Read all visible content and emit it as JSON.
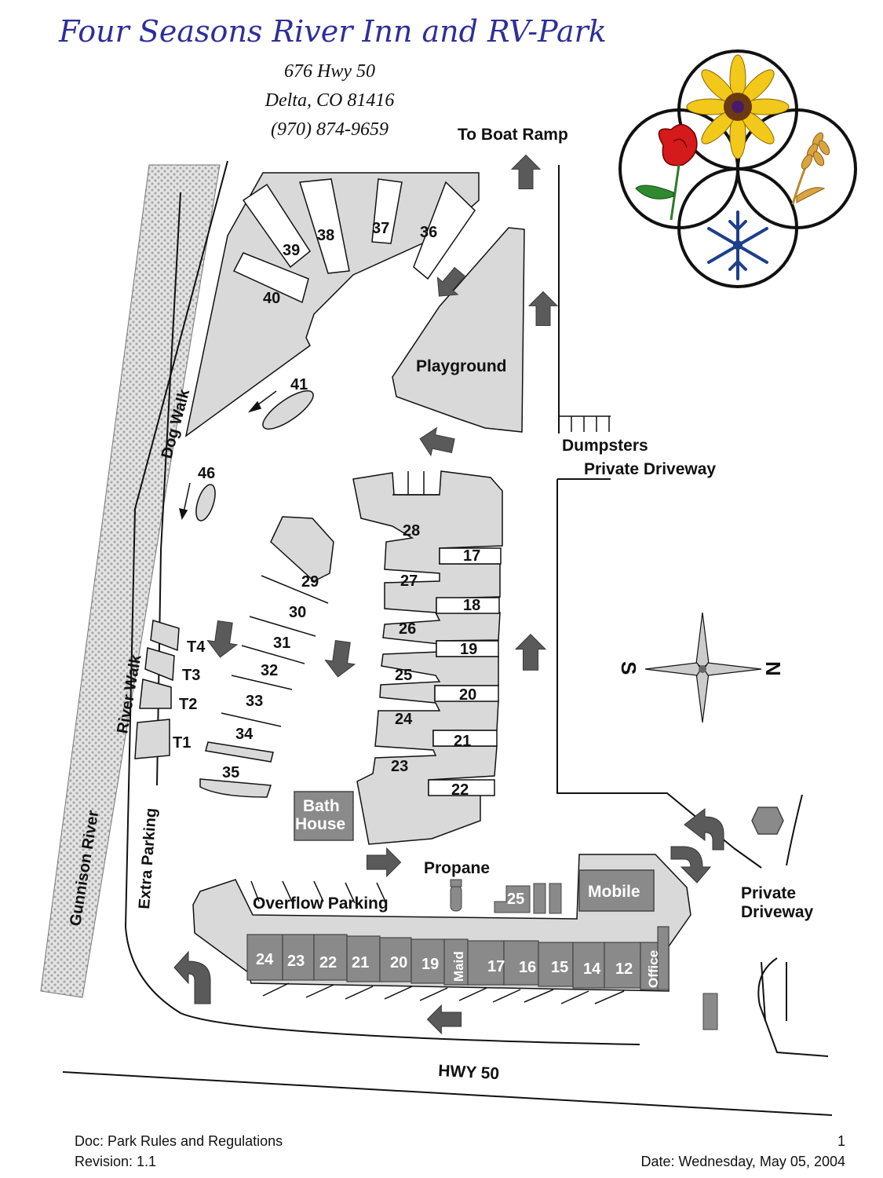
{
  "header": {
    "title": "Four Seasons River Inn and RV-Park",
    "address_line1": "676 Hwy 50",
    "address_line2": "Delta, CO 81416",
    "phone": "(970) 874-9659"
  },
  "labels": {
    "to_boat_ramp": "To  Boat Ramp",
    "playground": "Playground",
    "dog_walk": "Dog Walk",
    "river_walk": "River Walk",
    "gunnison_river": "Gunnison River",
    "extra_parking": "Extra Parking",
    "dumpsters": "Dumpsters",
    "private_driveway_top": "Private Driveway",
    "private_driveway_bottom_1": "Private",
    "private_driveway_bottom_2": "Driveway",
    "bath_house_1": "Bath",
    "bath_house_2": "House",
    "propane": "Propane",
    "mobile": "Mobile",
    "overflow_parking": "Overflow Parking",
    "hwy": "HWY 50",
    "maid": "Maid",
    "office": "Office",
    "compass_s": "S",
    "compass_n": "N"
  },
  "sites": {
    "s36": "36",
    "s37": "37",
    "s38": "38",
    "s39": "39",
    "s40": "40",
    "s41": "41",
    "s46": "46",
    "s28": "28",
    "s27": "27",
    "s26": "26",
    "s25": "25",
    "s24": "24",
    "s23": "23",
    "s17": "17",
    "s18": "18",
    "s19": "19",
    "s20": "20",
    "s21": "21",
    "s22": "22",
    "s29": "29",
    "s30": "30",
    "s31": "31",
    "s32": "32",
    "s33": "33",
    "s34": "34",
    "s35": "35",
    "t4": "T4",
    "t3": "T3",
    "t2": "T2",
    "t1": "T1",
    "mobile25": "25"
  },
  "rooms": {
    "r24": "24",
    "r23": "23",
    "r22": "22",
    "r21": "21",
    "r20": "20",
    "r19": "19",
    "r17": "17",
    "r16": "16",
    "r15": "15",
    "r14": "14",
    "r12": "12"
  },
  "footer": {
    "doc": "Doc: Park Rules and Regulations",
    "revision": "Revision: 1.1",
    "page": "1",
    "date": "Date: Wednesday, May 05, 2004"
  },
  "colors": {
    "area_fill": "#d9d9d9",
    "building_fill": "#8a8a8a",
    "arrow_fill": "#5a5a5a",
    "river_fill": "#cfcfcf",
    "title_color": "#2e2e9a"
  },
  "logo_icons": [
    "sunflower-icon",
    "rose-icon",
    "wheat-icon",
    "snowflake-icon"
  ]
}
